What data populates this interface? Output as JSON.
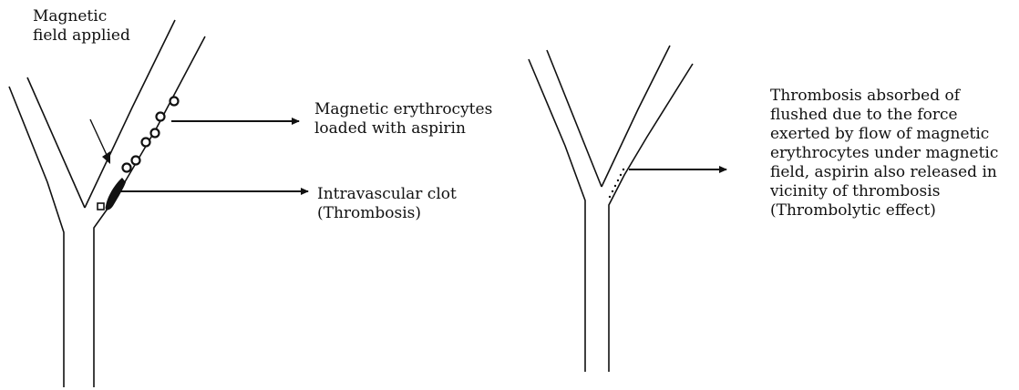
{
  "diagram": {
    "before": {
      "magnetic_field_label": "Magnetic\nfield applied",
      "erythrocytes_label": "Magnetic erythrocytes\nloaded with aspirin",
      "clot_label": "Intravascular clot\n(Thrombosis)"
    },
    "after": {
      "effect_label": "Thrombosis absorbed of\nflushed due to the force\nexerted by flow of magnetic\nerythrocytes under magnetic\nfield, aspirin also released in\nvicinity of thrombosis\n(Thrombolytic effect)"
    },
    "colors": {
      "ink": "#111111",
      "background": "#ffffff"
    }
  }
}
